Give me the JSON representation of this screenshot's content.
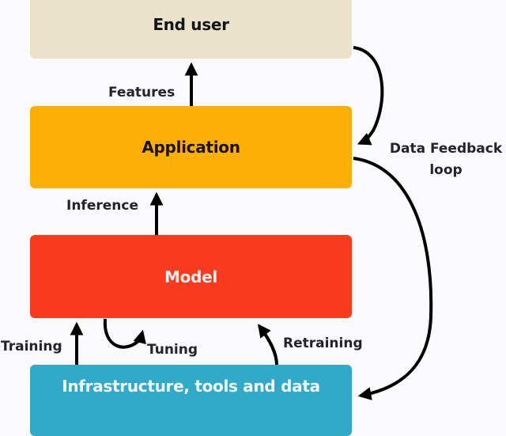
{
  "diagram": {
    "type": "layered-flow",
    "nodes": [
      {
        "id": "end_user",
        "label": "End user",
        "color": "#ebe3c9"
      },
      {
        "id": "application",
        "label": "Application",
        "color": "#fcb005"
      },
      {
        "id": "model",
        "label": "Model",
        "color": "#f83b1e"
      },
      {
        "id": "infra",
        "label": "Infrastructure, tools and data",
        "color": "#31a9c9"
      }
    ],
    "edges": [
      {
        "from": "application",
        "to": "end_user",
        "label": "Features"
      },
      {
        "from": "model",
        "to": "application",
        "label": "Inference"
      },
      {
        "from": "infra",
        "to": "model",
        "label": "Training"
      },
      {
        "from": "model",
        "to": "model",
        "label": "Tuning"
      },
      {
        "from": "infra",
        "to": "model",
        "label": "Retraining"
      },
      {
        "from": "end_user",
        "to": "application",
        "label": ""
      },
      {
        "from": "application",
        "to": "infra",
        "label": ""
      }
    ],
    "labels": {
      "features": "Features",
      "inference": "Inference",
      "training": "Training",
      "tuning": "Tuning",
      "retraining": "Retraining",
      "feedback_line1": "Data Feedback",
      "feedback_line2": "loop"
    }
  }
}
